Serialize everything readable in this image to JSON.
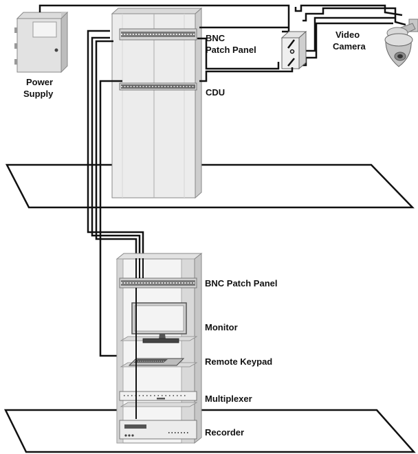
{
  "labels": {
    "power_supply_1": "Power",
    "power_supply_2": "Supply",
    "patch_panel_top_1": "BNC",
    "patch_panel_top_2": "Patch Panel",
    "video_camera_1": "Video",
    "video_camera_2": "Camera",
    "cdu": "CDU",
    "patch_panel_rack": "BNC Patch Panel",
    "monitor": "Monitor",
    "remote_keypad": "Remote Keypad",
    "multiplexer": "Multiplexer",
    "recorder": "Recorder"
  },
  "colors": {
    "line": "#111111",
    "cabinet_fill": "#e9e9e9",
    "cabinet_shade": "#cfcfcf",
    "panel_dark": "#555555",
    "screen": "#f2f2f2"
  }
}
